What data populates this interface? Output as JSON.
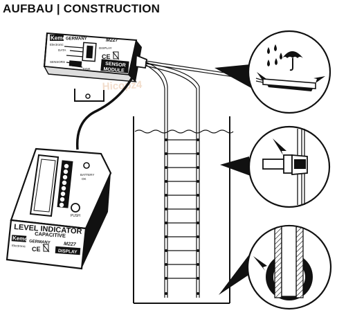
{
  "header": {
    "title": "AUFBAU | CONSTRUCTION"
  },
  "sensor_module": {
    "brand": "Kemo",
    "country": "GERMANY",
    "model": "M227",
    "brand_sub": "Electronic",
    "name_line1": "SENSOR",
    "name_line2": "MODULE",
    "labels": {
      "display": "DISPLAY",
      "data": "DATA",
      "sensors": "SENSORS",
      "tank": "TANK"
    }
  },
  "level_indicator": {
    "title_line1": "LEVEL INDICATOR",
    "title_line2": "CAPACITIVE",
    "brand": "Kemo",
    "country": "GERMANY",
    "model": "M227",
    "brand_sub": "Electronic",
    "display_label": "DISPLAY",
    "battery_label_1": "BATTERY",
    "battery_label_2": "OK",
    "push_label": "PUSH"
  },
  "watermark": "Hicopz4",
  "colors": {
    "ink": "#111111",
    "fill_dark": "#1a1a1a",
    "fill_light": "#ffffff",
    "watermark": "#f2ddcc"
  }
}
